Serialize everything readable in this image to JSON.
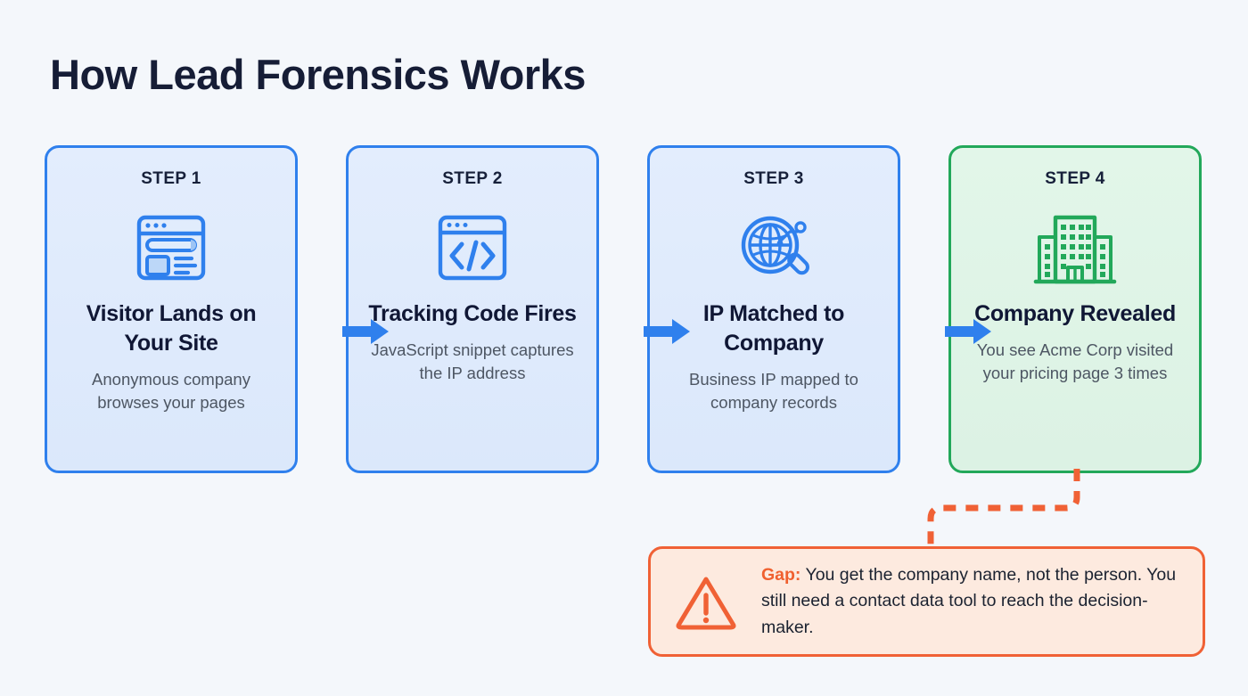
{
  "page": {
    "title": "How Lead Forensics Works",
    "background_color": "#f4f7fb",
    "title_color": "#161d36"
  },
  "colors": {
    "blue_border": "#2f80ed",
    "blue_fill": "#dce9fb",
    "green_border": "#22a85a",
    "green_fill": "#def2e5",
    "orange_border": "#f06135",
    "orange_fill": "#fdeadf",
    "orange_accent": "#f0602f",
    "heading_text": "#101735",
    "body_text": "#4d5663"
  },
  "steps": [
    {
      "label": "STEP 1",
      "title": "Visitor Lands on Your Site",
      "description": "Anonymous company browses your pages",
      "icon": "browser-window-icon",
      "accent": "blue"
    },
    {
      "label": "STEP 2",
      "title": "Tracking Code Fires",
      "description": "JavaScript snippet captures the IP address",
      "icon": "code-window-icon",
      "accent": "blue"
    },
    {
      "label": "STEP 3",
      "title": "IP Matched to Company",
      "description": "Business IP mapped to company records",
      "icon": "globe-magnifier-icon",
      "accent": "blue"
    },
    {
      "label": "STEP 4",
      "title": "Company Revealed",
      "description": "You see Acme Corp visited your pricing page 3 times",
      "icon": "office-building-icon",
      "accent": "green"
    }
  ],
  "arrows": [
    {
      "name": "arrow-step1-to-step2",
      "icon": "arrow-right-icon"
    },
    {
      "name": "arrow-step2-to-step3",
      "icon": "arrow-right-icon"
    },
    {
      "name": "arrow-step3-to-step4",
      "icon": "arrow-right-icon"
    }
  ],
  "connector": {
    "icon": "dashed-connector-line",
    "style": "dashed",
    "color": "#f06135"
  },
  "callout": {
    "icon": "warning-triangle-icon",
    "label": "Gap:",
    "text": " You get the company name, not the person. You still need a contact data tool to reach the decision-maker."
  }
}
